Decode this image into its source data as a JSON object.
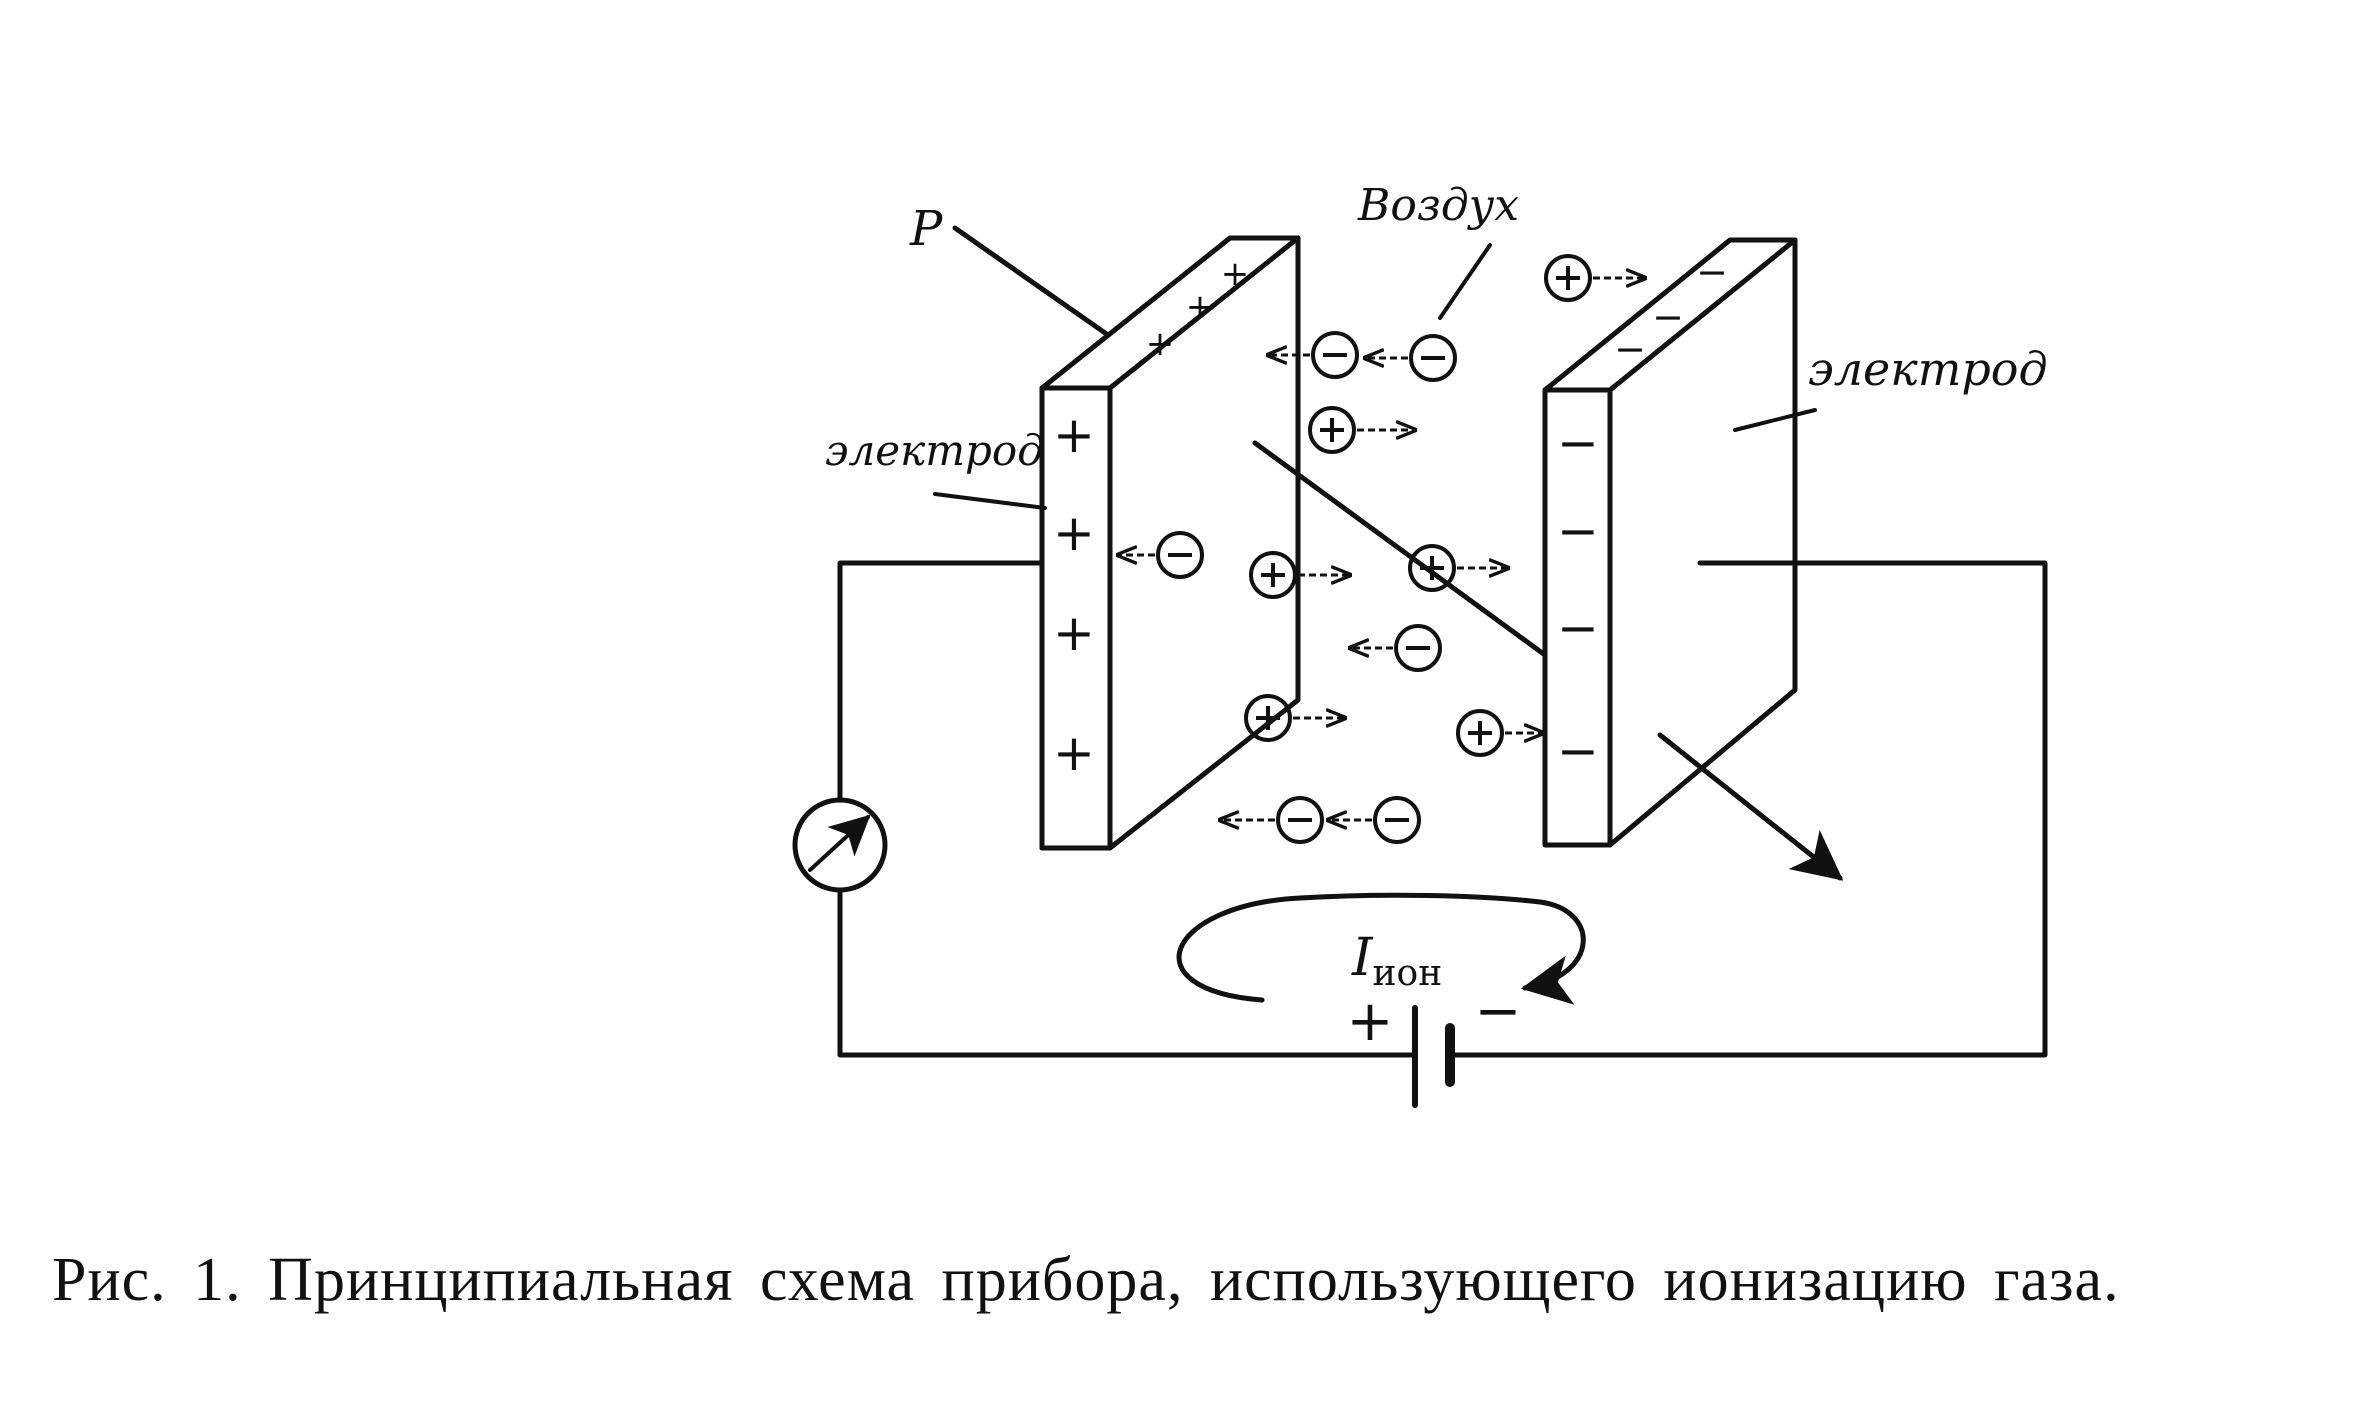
{
  "diagram": {
    "label_p": "P",
    "label_air": "Воздух",
    "label_electrode_left": "электрод",
    "label_electrode_right": "электрод",
    "label_current_symbol": "I",
    "label_current_subscript": "ион",
    "battery_plus": "+",
    "battery_minus": "−"
  },
  "caption": "Рис. 1. Принципиальная схема прибора, использующего ионизацию газа."
}
